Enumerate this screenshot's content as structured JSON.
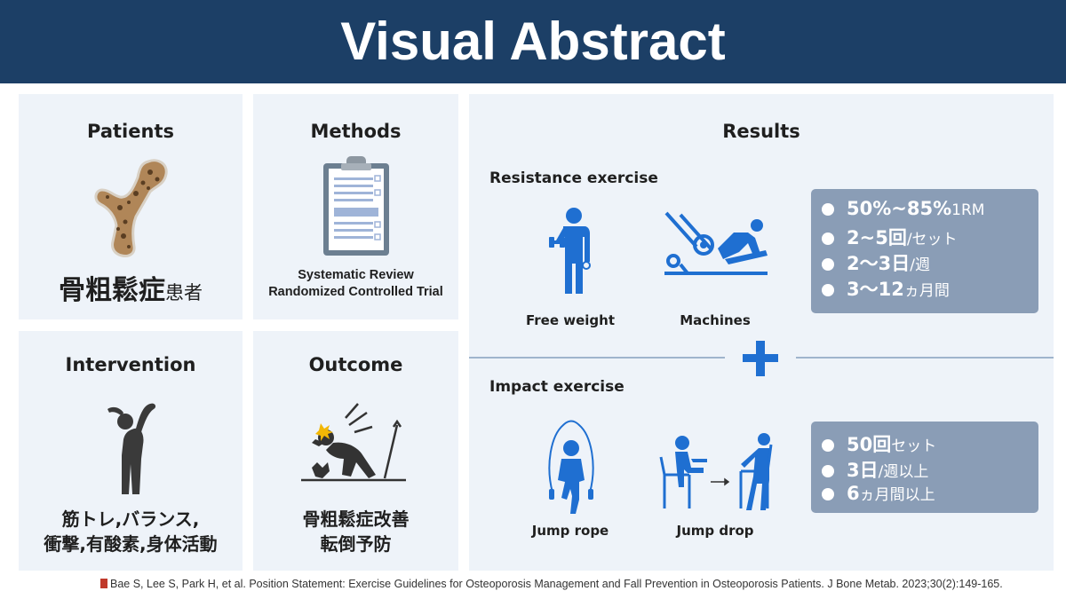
{
  "header": {
    "title": "Visual Abstract"
  },
  "patients": {
    "title": "Patients",
    "caption_main": "骨粗鬆症",
    "caption_sub": "患者"
  },
  "methods": {
    "title": "Methods",
    "line1": "Systematic Review",
    "line2": "Randomized Controlled Trial"
  },
  "intervention": {
    "title": "Intervention",
    "line1": "筋トレ,バランス,",
    "line2": "衝撃,有酸素,身体活動"
  },
  "outcome": {
    "title": "Outcome",
    "line1": "骨粗鬆症改善",
    "line2": "転倒予防"
  },
  "results": {
    "title": "Results",
    "resistance": {
      "title": "Resistance exercise",
      "free_weight_label": "Free weight",
      "machines_label": "Machines",
      "items": [
        {
          "main": "50%~85%",
          "unit": "1RM"
        },
        {
          "main": "2~5回",
          "unit": "/セット"
        },
        {
          "main": "2〜3日",
          "unit": "/週"
        },
        {
          "main": "3〜12",
          "unit": "ヵ月間"
        }
      ]
    },
    "impact": {
      "title": "Impact exercise",
      "jump_rope_label": "Jump rope",
      "jump_drop_label": "Jump drop",
      "items": [
        {
          "main": "50回",
          "unit": "セット"
        },
        {
          "main": "3日",
          "unit": "/週以上"
        },
        {
          "main": "6",
          "unit": "ヵ月間以上"
        }
      ]
    }
  },
  "citation": "Bae S, Lee S, Park H, et al. Position Statement: Exercise Guidelines for Osteoporosis Management and Fall Prevention in Osteoporosis Patients. J Bone Metab. 2023;30(2):149-165.",
  "colors": {
    "header": "#1c3f66",
    "panel": "#eef3f9",
    "accent_blue": "#1f6fd1",
    "info_box": "#8a9db6"
  }
}
